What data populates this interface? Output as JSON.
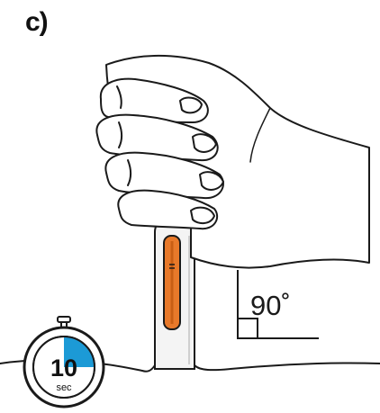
{
  "step_label": "c)",
  "angle_label": "90˚",
  "timer": {
    "value": "10",
    "unit": "sec",
    "elapsed_fraction": 0.25,
    "accent_color": "#1c9ad6"
  },
  "colors": {
    "pen_window": "#e8792a",
    "arrow": "#a8a8a8",
    "skin_stroke": "#1a1a1a",
    "pen_body": "#f4f4f4"
  }
}
